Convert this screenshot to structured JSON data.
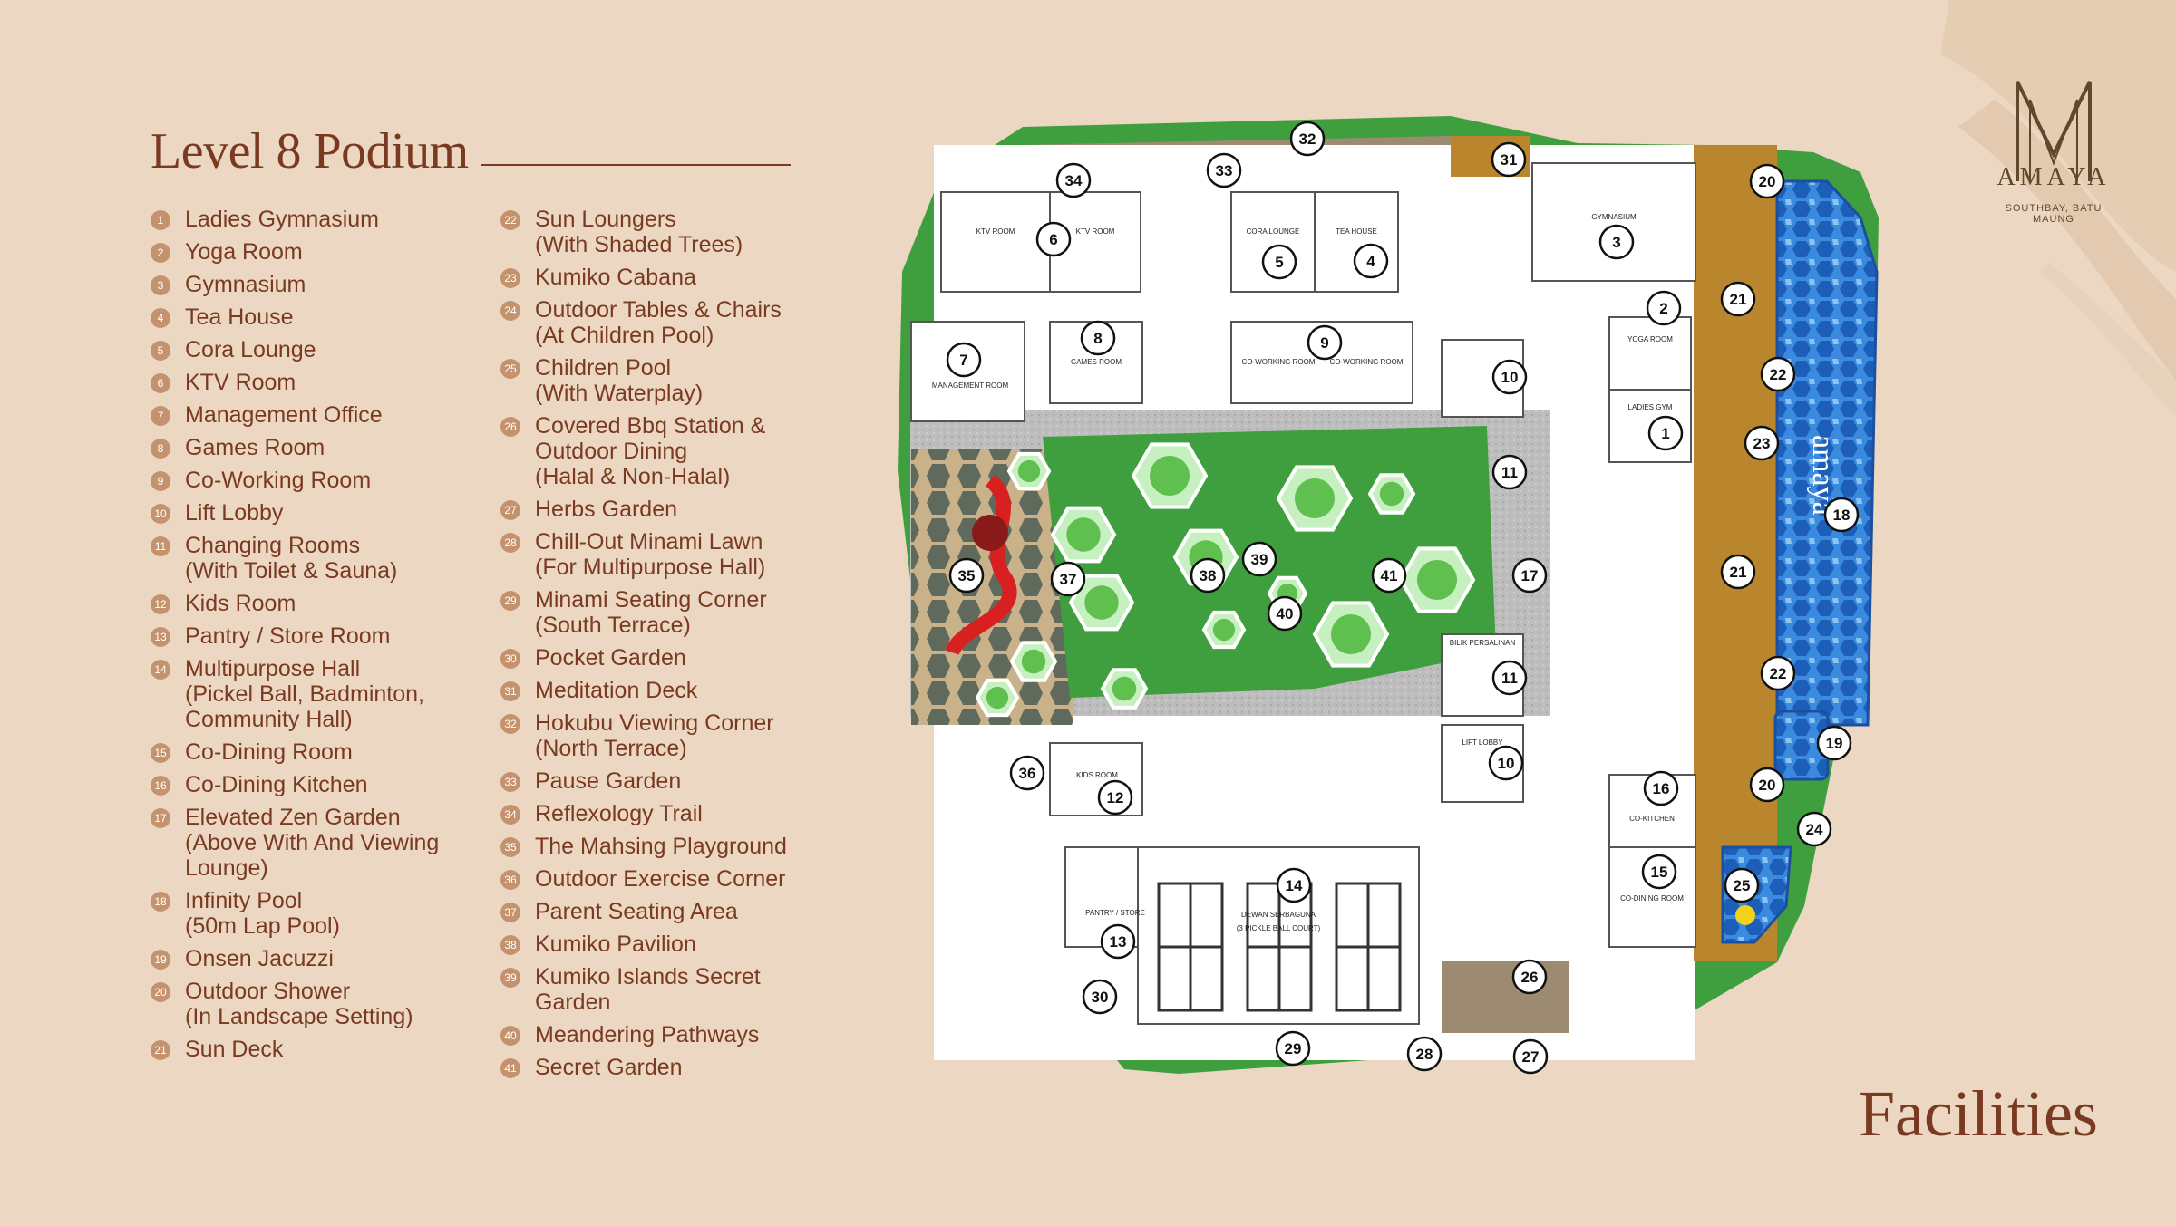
{
  "title": "Level 8 Podium",
  "footer_title": "Facilities",
  "brand": {
    "name": "AMAYA",
    "tagline": "SOUTHBAY, BATU MAUNG",
    "monogram": "M",
    "pool_mark": "amaya"
  },
  "colors": {
    "background": "#ecd8c2",
    "text": "#7a3a22",
    "badge": "#c4936e",
    "green": "#3f9f3e",
    "pool": "#2c7ad6",
    "deck": "#b9862e",
    "logo": "#5e4a2a"
  },
  "facilities_left": [
    {
      "number": "1",
      "label": "Ladies Gymnasium"
    },
    {
      "number": "2",
      "label": "Yoga Room"
    },
    {
      "number": "3",
      "label": "Gymnasium"
    },
    {
      "number": "4",
      "label": "Tea House"
    },
    {
      "number": "5",
      "label": "Cora Lounge"
    },
    {
      "number": "6",
      "label": "KTV Room"
    },
    {
      "number": "7",
      "label": "Management Office"
    },
    {
      "number": "8",
      "label": "Games Room"
    },
    {
      "number": "9",
      "label": "Co-Working Room"
    },
    {
      "number": "10",
      "label": "Lift Lobby"
    },
    {
      "number": "11",
      "label": "Changing Rooms\n(With Toilet & Sauna)"
    },
    {
      "number": "12",
      "label": "Kids Room"
    },
    {
      "number": "13",
      "label": "Pantry / Store Room"
    },
    {
      "number": "14",
      "label": "Multipurpose Hall\n(Pickel Ball, Badminton,\nCommunity Hall)"
    },
    {
      "number": "15",
      "label": "Co-Dining Room"
    },
    {
      "number": "16",
      "label": "Co-Dining Kitchen"
    },
    {
      "number": "17",
      "label": "Elevated Zen Garden\n(Above With And Viewing\nLounge)"
    },
    {
      "number": "18",
      "label": "Infinity Pool\n(50m Lap Pool)"
    },
    {
      "number": "19",
      "label": "Onsen Jacuzzi"
    },
    {
      "number": "20",
      "label": "Outdoor Shower\n(In Landscape Setting)"
    },
    {
      "number": "21",
      "label": "Sun Deck"
    }
  ],
  "facilities_right": [
    {
      "number": "22",
      "label": "Sun Loungers\n(With Shaded Trees)"
    },
    {
      "number": "23",
      "label": "Kumiko Cabana"
    },
    {
      "number": "24",
      "label": "Outdoor Tables & Chairs\n(At Children Pool)"
    },
    {
      "number": "25",
      "label": "Children Pool\n(With Waterplay)"
    },
    {
      "number": "26",
      "label": "Covered Bbq Station &\nOutdoor Dining\n(Halal & Non-Halal)"
    },
    {
      "number": "27",
      "label": "Herbs Garden"
    },
    {
      "number": "28",
      "label": "Chill-Out Minami Lawn\n(For Multipurpose Hall)"
    },
    {
      "number": "29",
      "label": "Minami Seating Corner\n(South Terrace)"
    },
    {
      "number": "30",
      "label": "Pocket Garden"
    },
    {
      "number": "31",
      "label": "Meditation Deck"
    },
    {
      "number": "32",
      "label": "Hokubu Viewing Corner\n(North Terrace)"
    },
    {
      "number": "33",
      "label": "Pause Garden"
    },
    {
      "number": "34",
      "label": "Reflexology Trail"
    },
    {
      "number": "35",
      "label": "The Mahsing Playground"
    },
    {
      "number": "36",
      "label": "Outdoor Exercise Corner"
    },
    {
      "number": "37",
      "label": "Parent Seating Area"
    },
    {
      "number": "38",
      "label": "Kumiko Pavilion"
    },
    {
      "number": "39",
      "label": "Kumiko Islands Secret\nGarden"
    },
    {
      "number": "40",
      "label": "Meandering Pathways"
    },
    {
      "number": "41",
      "label": "Secret Garden"
    }
  ],
  "room_labels": [
    "KTV ROOM",
    "KTV ROOM",
    "CORA LOUNGE",
    "TEA HOUSE",
    "GYMNASIUM",
    "YOGA ROOM",
    "LADIES GYM",
    "MANAGEMENT ROOM",
    "GAMES ROOM",
    "CO-WORKING ROOM",
    "CO-WORKING ROOM",
    "KIDS ROOM",
    "PANTRY / STORE",
    "DEWAN SERBAGUNA",
    "(3 PICKLE BALL COURT)",
    "CO-KITCHEN",
    "CO-DINING ROOM",
    "BILIK PERSALINAN",
    "LIFT LOBBY"
  ],
  "plan_markers": [
    "1",
    "2",
    "3",
    "4",
    "5",
    "6",
    "7",
    "8",
    "9",
    "10",
    "10",
    "11",
    "11",
    "12",
    "13",
    "14",
    "15",
    "16",
    "17",
    "18",
    "19",
    "20",
    "20",
    "21",
    "21",
    "22",
    "22",
    "23",
    "24",
    "25",
    "26",
    "27",
    "28",
    "29",
    "30",
    "31",
    "32",
    "33",
    "34",
    "35",
    "36",
    "37",
    "38",
    "39",
    "40",
    "41"
  ]
}
